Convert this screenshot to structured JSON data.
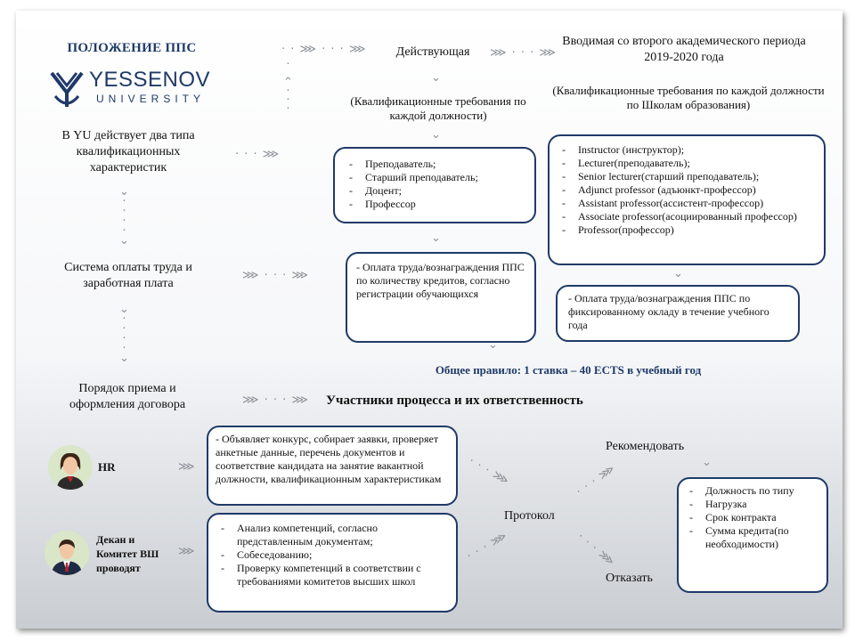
{
  "header": {
    "title": "ПОЛОЖЕНИЕ ППС",
    "logo_main": "YESSENOV",
    "logo_sub": "UNIVERSITY"
  },
  "left": {
    "types": "В YU действует два типа квалификационных характеристик",
    "pay": "Система оплаты труда и заработная плата",
    "contract": "Порядок приема и оформления договора"
  },
  "current": {
    "title": "Действующая",
    "req": "(Квалификационные требования по каждой должности)",
    "positions": [
      "Преподаватель;",
      "Старший преподаватель;",
      "Доцент;",
      "Профессор"
    ],
    "pay": "- Оплата труда/вознаграждения ППС по количеству кредитов, согласно регистрации обучающихся"
  },
  "new": {
    "title": "Вводимая со второго академического периода 2019-2020 года",
    "req": "(Квалификационные требования по каждой должности по Школам образования)",
    "positions": [
      "Instructor (инструктор);",
      "Lecturer(преподаватель);",
      "Senior lecturer(старший преподаватель);",
      "Adjunct professor (адъюнкт-профессор)",
      "Assistant professor(ассистент-профессор)",
      "Associate professor(асоциированный профессор)",
      "Professor(профессор)"
    ],
    "pay": "- Оплата труда/вознаграждения ППС по фиксированному окладу в течение учебного года"
  },
  "rule": "Общее правило: 1 ставка – 40 ECTS в учебный год",
  "participants": {
    "title": "Участники процесса и их ответственность",
    "hr_label": "HR",
    "hr_text": "- Объявляет конкурс, собирает заявки, проверяет анкетные данные, перечень документов и соответствие кандидата на занятие вакантной должности, квалификационным характеристикам",
    "dean_label": "Декан и Комитет ВШ проводят",
    "dean_items": [
      "Анализ компетенций, согласно представленным документам;",
      "Собеседованию;",
      "Проверку компетенций в соответствии с требованиями комитетов высших школ"
    ],
    "protocol": "Протокол",
    "recommend": "Рекомендовать",
    "reject": "Отказать",
    "outcome_items": [
      "Должность по типу",
      "Нагрузка",
      "Срок контракта",
      "Сумма кредита(по необходимости)"
    ]
  },
  "icons": {
    "connector": "chevron-right-icon",
    "connector_down": "chevron-down-icon",
    "hr_avatar": "woman-avatar-icon",
    "dean_avatar": "man-avatar-icon"
  },
  "colors": {
    "accent": "#1f3a68",
    "connector": "#8a8f96"
  }
}
